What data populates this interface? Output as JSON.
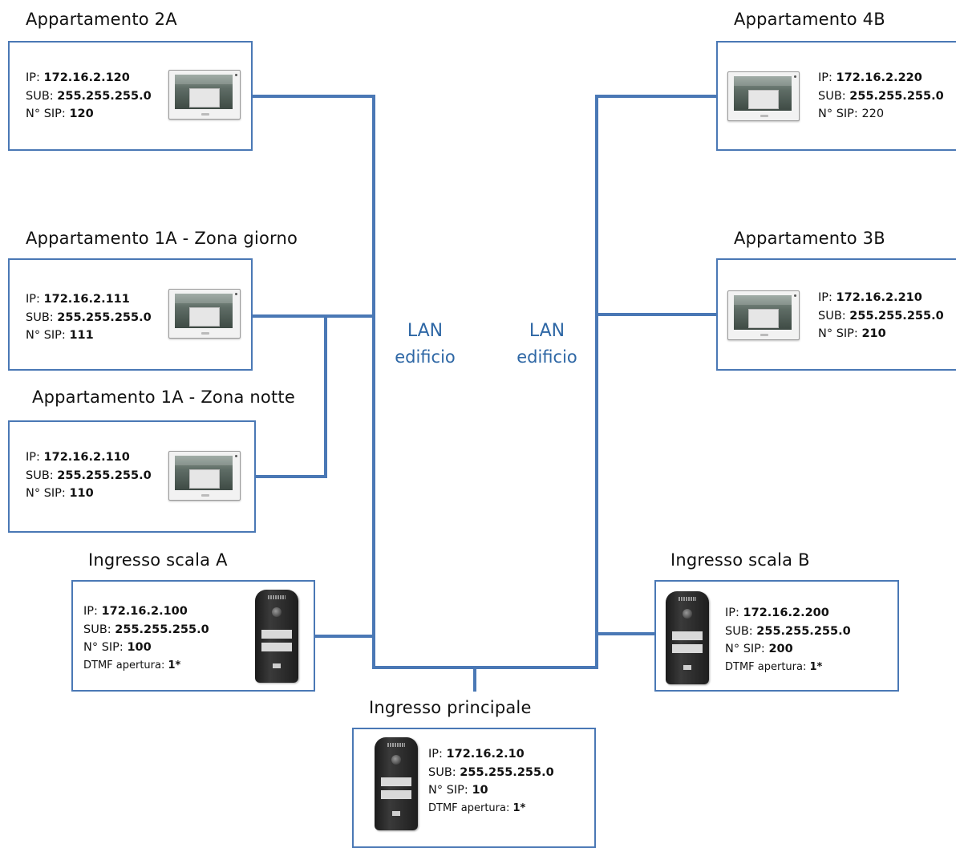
{
  "colors": {
    "line": "#4a78b5",
    "lan_text": "#2e67a5",
    "border": "#4a78b5"
  },
  "lan_labels": {
    "left": {
      "line1": "LAN",
      "line2": "edificio"
    },
    "right": {
      "line1": "LAN",
      "line2": "edificio"
    }
  },
  "devices": {
    "app2a": {
      "title": "Appartamento 2A",
      "ip_label": "IP: ",
      "ip": "172.16.2.120",
      "sub_label": "SUB: ",
      "sub": "255.255.255.0",
      "sip_label": "N° SIP: ",
      "sip": "120",
      "device_icon": "monitor-icon"
    },
    "app1a_giorno": {
      "title": "Appartamento 1A - Zona giorno",
      "ip_label": "IP: ",
      "ip": "172.16.2.111",
      "sub_label": "SUB: ",
      "sub": "255.255.255.0",
      "sip_label": "N° SIP: ",
      "sip": "111",
      "device_icon": "monitor-icon"
    },
    "app1a_notte": {
      "title": "Appartamento 1A - Zona notte",
      "ip_label": "IP: ",
      "ip": "172.16.2.110",
      "sub_label": "SUB: ",
      "sub": "255.255.255.0",
      "sip_label": "N° SIP: ",
      "sip": "110",
      "device_icon": "monitor-icon"
    },
    "scala_a": {
      "title": "Ingresso scala A",
      "ip_label": "IP: ",
      "ip": "172.16.2.100",
      "sub_label": "SUB: ",
      "sub": "255.255.255.0",
      "sip_label": "N° SIP: ",
      "sip": "100",
      "dtmf_label": "DTMF apertura: ",
      "dtmf": "1*",
      "device_icon": "door-station-icon"
    },
    "app4b": {
      "title": "Appartamento 4B",
      "ip_label": "IP: ",
      "ip": "172.16.2.220",
      "sub_label": "SUB: ",
      "sub": "255.255.255.0",
      "sip_label": "N° SIP: ",
      "sip": "220",
      "device_icon": "monitor-icon"
    },
    "app3b": {
      "title": "Appartamento 3B",
      "ip_label": "IP: ",
      "ip": "172.16.2.210",
      "sub_label": "SUB: ",
      "sub": "255.255.255.0",
      "sip_label": "N° SIP: ",
      "sip": "210",
      "device_icon": "monitor-icon"
    },
    "scala_b": {
      "title": "Ingresso scala B",
      "ip_label": "IP: ",
      "ip": "172.16.2.200",
      "sub_label": "SUB: ",
      "sub": "255.255.255.0",
      "sip_label": "N° SIP: ",
      "sip": "200",
      "dtmf_label": "DTMF apertura: ",
      "dtmf": "1*",
      "device_icon": "door-station-icon"
    },
    "principale": {
      "title": "Ingresso principale",
      "ip_label": "IP: ",
      "ip": "172.16.2.10",
      "sub_label": "SUB: ",
      "sub": "255.255.255.0",
      "sip_label": "N° SIP: ",
      "sip": "10",
      "dtmf_label": "DTMF apertura: ",
      "dtmf": "1*",
      "device_icon": "door-station-icon"
    }
  }
}
